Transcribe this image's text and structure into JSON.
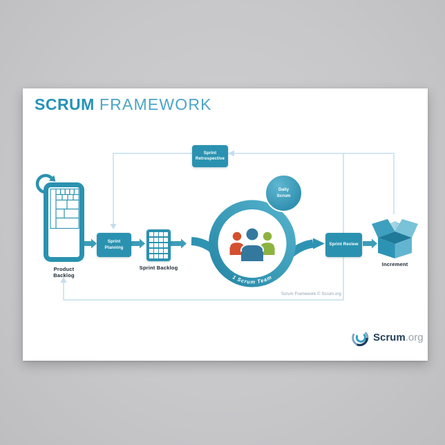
{
  "poster": {
    "title": {
      "primary": "SCRUM",
      "secondary": "FRAMEWORK"
    },
    "diagram": {
      "product_backlog": "Product Backlog",
      "sprint_planning": "Sprint Planning",
      "sprint_backlog": "Sprint Backlog",
      "scrum_team": "1 Scrum Team",
      "daily_scrum": "Daily Scrum",
      "sprint_review": "Sprint Review",
      "sprint_retrospective": "Sprint Retrospective",
      "increment": "Increment"
    },
    "credit": "Scrum Framework © Scrum.org",
    "logo": {
      "brand": "Scrum",
      "suffix": ".org"
    },
    "colors": {
      "teal": "#2a92b0",
      "arrow_teal": "#3d9db9",
      "loop_line": "#c3ddef",
      "person_red": "#d4502f",
      "person_blue": "#35789e",
      "person_green": "#8db33f",
      "title_bold": "#2692b8",
      "title_light": "#4ba4c7"
    }
  }
}
